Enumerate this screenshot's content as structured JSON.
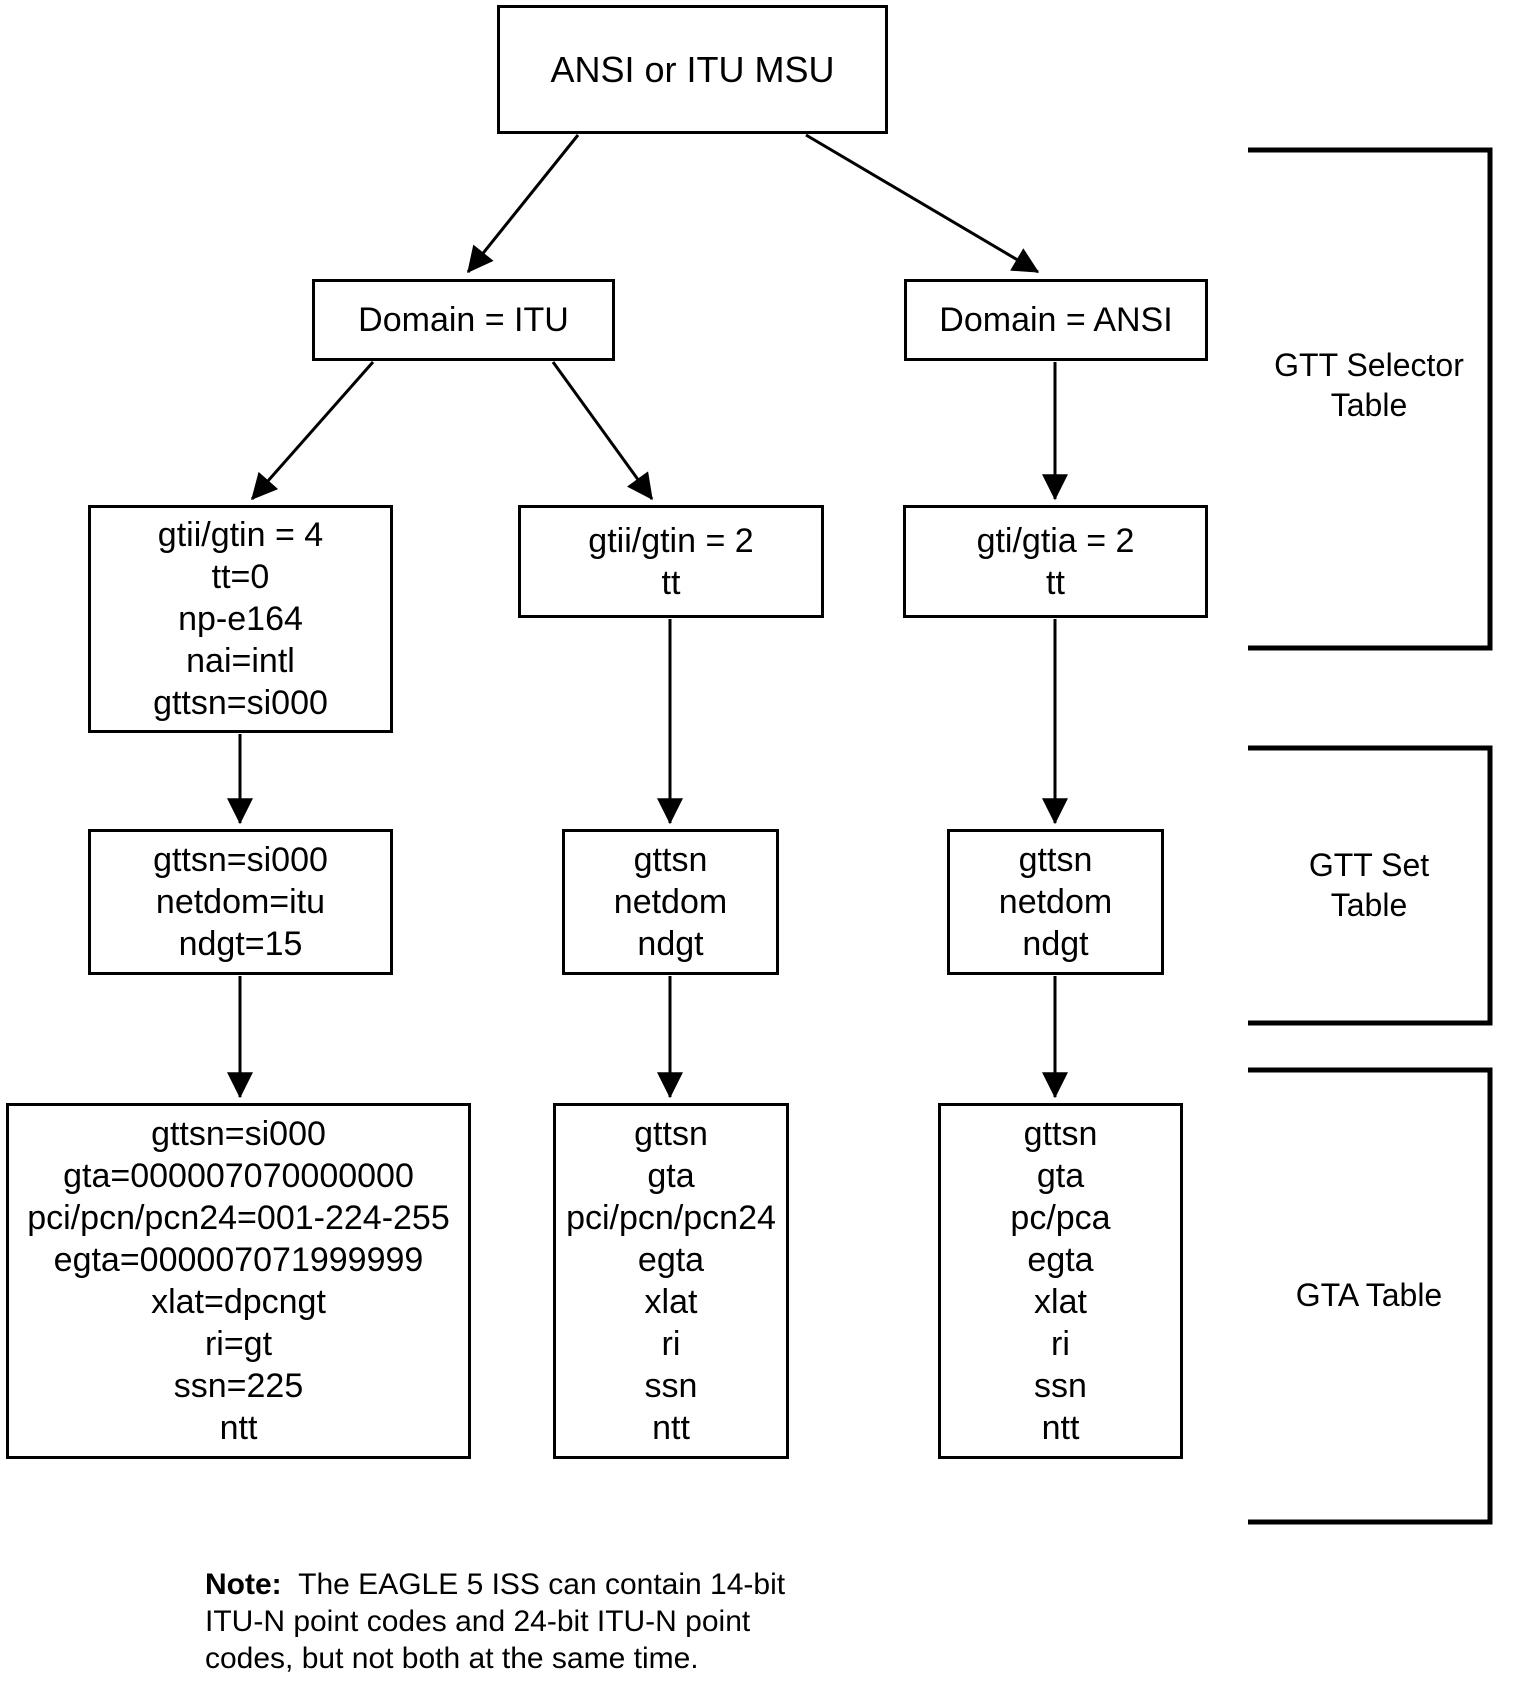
{
  "diagram": {
    "root": {
      "label": "ANSI or ITU MSU"
    },
    "domain_nodes": [
      {
        "label": "Domain = ITU"
      },
      {
        "label": "Domain = ANSI"
      }
    ],
    "selector_nodes": [
      {
        "lines": [
          "gtii/gtin = 4",
          "tt=0",
          "np-e164",
          "nai=intl",
          "gttsn=si000"
        ]
      },
      {
        "lines": [
          "gtii/gtin = 2",
          "tt"
        ]
      },
      {
        "lines": [
          "gti/gtia = 2",
          "tt"
        ]
      }
    ],
    "set_nodes": [
      {
        "lines": [
          "gttsn=si000",
          "netdom=itu",
          "ndgt=15"
        ]
      },
      {
        "lines": [
          "gttsn",
          "netdom",
          "ndgt"
        ]
      },
      {
        "lines": [
          "gttsn",
          "netdom",
          "ndgt"
        ]
      }
    ],
    "gta_nodes": [
      {
        "lines": [
          "gttsn=si000",
          "gta=000007070000000",
          "pci/pcn/pcn24=001-224-255",
          "egta=000007071999999",
          "xlat=dpcngt",
          "ri=gt",
          "ssn=225",
          "ntt"
        ]
      },
      {
        "lines": [
          "gttsn",
          "gta",
          "pci/pcn/pcn24",
          "egta",
          "xlat",
          "ri",
          "ssn",
          "ntt"
        ]
      },
      {
        "lines": [
          "gttsn",
          "gta",
          "pc/pca",
          "egta",
          "xlat",
          "ri",
          "ssn",
          "ntt"
        ]
      }
    ],
    "brackets": [
      {
        "label": "GTT Selector Table",
        "lines": [
          "GTT Selector",
          "Table"
        ]
      },
      {
        "label": "GTT Set Table",
        "lines": [
          "GTT Set",
          "Table"
        ]
      },
      {
        "label": "GTA Table",
        "lines": [
          "GTA Table"
        ]
      }
    ],
    "note": {
      "prefix": "Note:",
      "text": "The EAGLE 5 ISS can contain 14-bit ITU-N point codes and 24-bit ITU-N point codes, but not both at the same time."
    },
    "colors": {
      "ink": "#000000",
      "paper": "#ffffff"
    }
  }
}
